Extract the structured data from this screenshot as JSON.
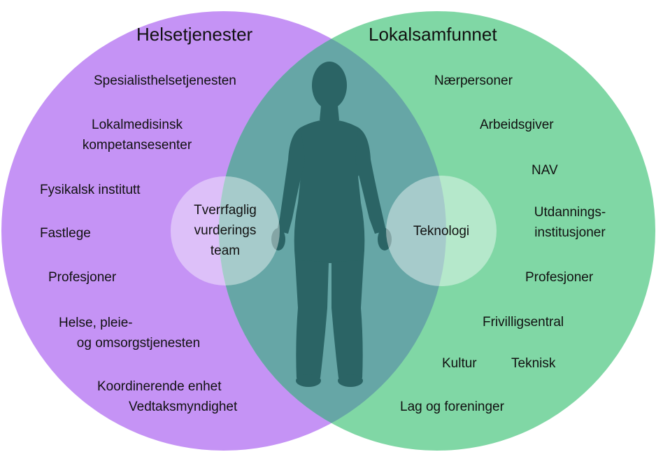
{
  "colors": {
    "left_circle": "#c593f5",
    "right_circle": "#80d7a5",
    "overlap": "#66a6a6",
    "figure": "#2b6465",
    "bubble": "#ffffff"
  },
  "left": {
    "title": "Helsetjenester",
    "items": {
      "spesialist": "Spesialisthelsetjenesten",
      "lokalmed_1": "Lokalmedisinsk",
      "lokalmed_2": "kompetansesenter",
      "fysikalsk": "Fysikalsk institutt",
      "fastlege": "Fastlege",
      "profesjoner": "Profesjoner",
      "helse_1": "Helse, pleie-",
      "helse_2": "og omsorgstjenesten",
      "koordinerende": "Koordinerende enhet",
      "vedtak": "Vedtaksmyndighet"
    }
  },
  "right": {
    "title": "Lokalsamfunnet",
    "items": {
      "naerpersoner": "Nærpersoner",
      "arbeidsgiver": "Arbeidsgiver",
      "nav": "NAV",
      "utdanning_1": "Utdannings-",
      "utdanning_2": "institusjoner",
      "profesjoner": "Profesjoner",
      "frivillig": "Frivilligsentral",
      "kultur": "Kultur",
      "teknisk": "Teknisk",
      "lag": "Lag og foreninger"
    }
  },
  "bubbles": {
    "left_1": "Tverrfaglig",
    "left_2": "vurderings",
    "left_3": "team",
    "right": "Teknologi"
  }
}
